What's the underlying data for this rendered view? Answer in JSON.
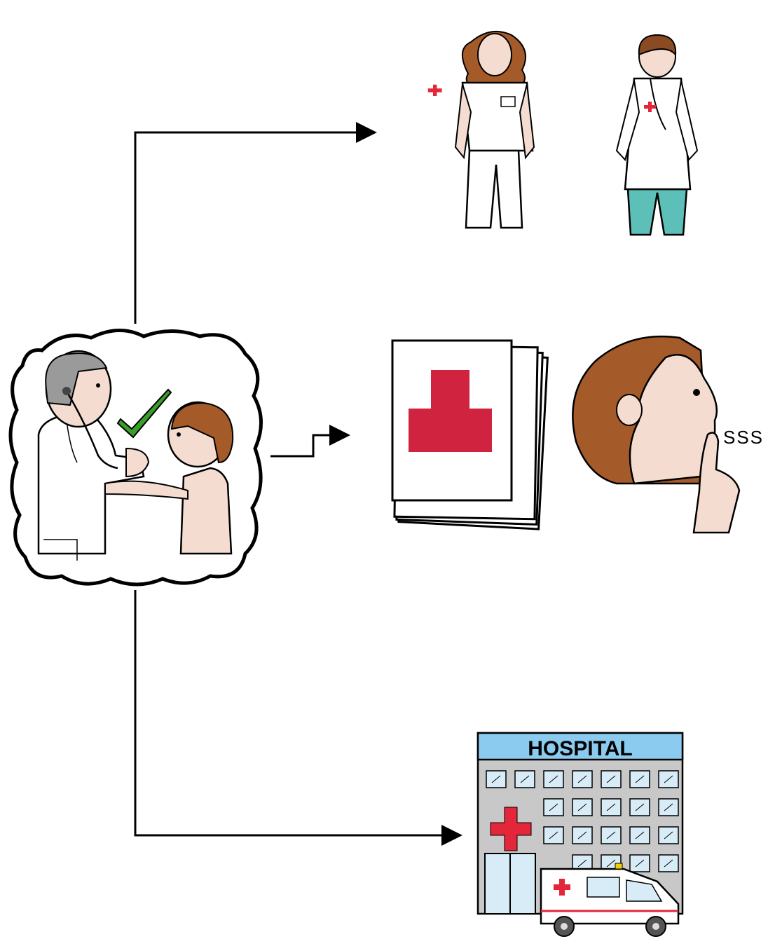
{
  "center": {
    "name": "doctor-checkup"
  },
  "branches": {
    "top": [
      "nurse",
      "doctor"
    ],
    "middle": [
      "medical-records",
      "confidentiality"
    ],
    "bottom": [
      "hospital-with-ambulance"
    ]
  },
  "labels": {
    "shh": "SSS",
    "hospital": "HOSPITAL"
  },
  "colors": {
    "red_cross": "#e3263a",
    "record_cross": "#d0233f",
    "hospital_banner": "#8ccbf0",
    "building_grey": "#c8c8c8",
    "window_blue": "#d8ecf8",
    "scrubs_teal": "#5cc0b8",
    "hair_brown": "#a55a2a",
    "skin": "#f4ddd0",
    "check_green": "#3a9e2a"
  }
}
